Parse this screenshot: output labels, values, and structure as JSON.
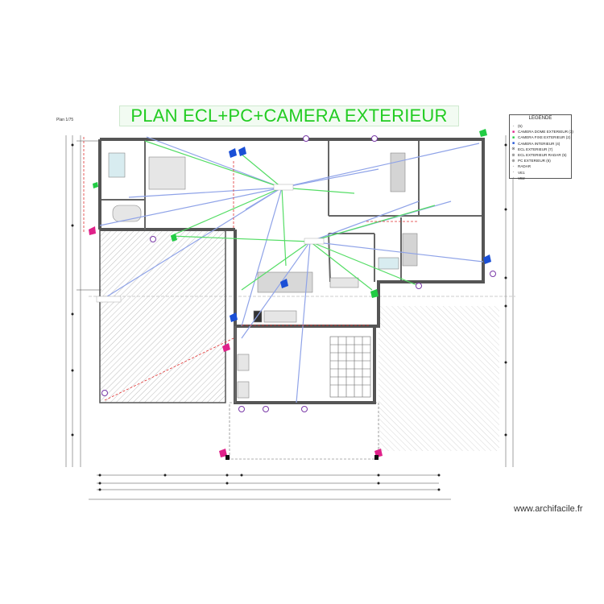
{
  "title": "PLAN ECL+PC+CAMERA EXTERIEUR",
  "scale_label": "Plan 1/75",
  "legend": {
    "title": "LEGENDE",
    "items": [
      {
        "symbol": "pc-icon",
        "label": "(5)",
        "color": "#555555"
      },
      {
        "symbol": "dome-camera-icon",
        "label": "CAMERA DOME EXTERIEUR (3)",
        "color": "#e0218a"
      },
      {
        "symbol": "fixed-camera-icon",
        "label": "CAMERA FIXE EXTERIEUR (2)",
        "color": "#22cc44"
      },
      {
        "symbol": "interior-camera-icon",
        "label": "CAMERA INTERIEUR (4)",
        "color": "#1a4fd6"
      },
      {
        "symbol": "exterior-light-icon",
        "label": "ECL EXTERIEUR (7)",
        "color": "#555555"
      },
      {
        "symbol": "radar-light-icon",
        "label": "ECL EXTERIEUR RADAR (5)",
        "color": "#555555"
      },
      {
        "symbol": "exterior-outlet-icon",
        "label": "PC EXTERIEUR (6)",
        "color": "#555555"
      },
      {
        "symbol": "radar-icon",
        "label": "RADAR",
        "color": "#555555"
      },
      {
        "symbol": "ve1-icon",
        "label": "VE1",
        "color": "#555555"
      },
      {
        "symbol": "ve2-icon",
        "label": "VE2",
        "color": "#555555"
      }
    ]
  },
  "watermark": "www.archifacile.fr",
  "colors": {
    "title": "#22cc22",
    "camera_link": "#8fa3e8",
    "fixed_link": "#55dd66",
    "wall": "#555555",
    "garage_hatch": "#cccccc",
    "dimension_red": "#e03030"
  }
}
